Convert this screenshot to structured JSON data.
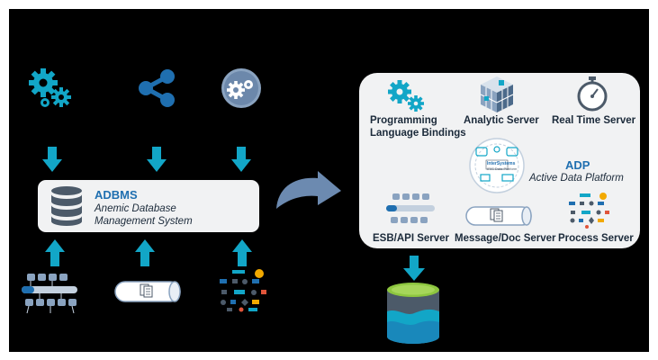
{
  "colors": {
    "background": "#000000",
    "panel": "#f1f2f3",
    "accent_cyan": "#12a6c7",
    "icon_blue": "#1f6fb0",
    "text_dark": "#1b2a3a",
    "title_blue": "#1f6fb0",
    "db_green": "#8dc63f"
  },
  "icons": {
    "source_left": "gears-icon",
    "source_middle": "share-icon",
    "source_right": "etl-gear-icon",
    "bottom_left": "esb-flow-icon",
    "bottom_middle": "document-pipe-icon",
    "bottom_right": "process-dots-icon",
    "adbms": "database-icon",
    "transition": "curved-arrow-icon",
    "storage": "storage-cylinder-icon"
  },
  "adbms": {
    "title": "ADBMS",
    "subtitle_line1": "Anemic Database",
    "subtitle_line2": "Management System"
  },
  "adp": {
    "title": "ADP",
    "subtitle": "Active Data Platform",
    "logo_text_line1": "InterSystems",
    "logo_text_line2": "IRIS Data Platform",
    "components": {
      "programming_line1": "Programming",
      "programming_line2": "Language Bindings",
      "analytic": "Analytic Server",
      "realtime": "Real Time Server",
      "esb": "ESB/API Server",
      "message": "Message/Doc Server",
      "process": "Process Server"
    }
  }
}
